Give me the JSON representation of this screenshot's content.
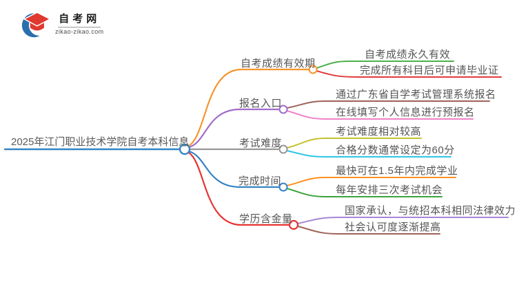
{
  "logo": {
    "title": "自考网",
    "domain": "zikao-zikao.com"
  },
  "mindmap": {
    "center": {
      "label": "2025年江门职业技术学院自考本科信息",
      "color": "#3383c4"
    },
    "branches": [
      {
        "label": "自考成绩有效期",
        "color": "#f5952d",
        "children": [
          {
            "label": "自考成绩永久有效",
            "color": "#4cb04c"
          },
          {
            "label": "完成所有科目后可申请毕业证",
            "color": "#e23a3a"
          }
        ]
      },
      {
        "label": "报名入口",
        "color": "#a06cc9",
        "children": [
          {
            "label": "通过广东省自学考试管理系统报名",
            "color": "#9c6258"
          },
          {
            "label": "在线填写个人信息进行预报名",
            "color": "#f080c8"
          }
        ]
      },
      {
        "label": "考试难度",
        "color": "#979797",
        "children": [
          {
            "label": "考试难度相对较高",
            "color": "#c3c22f"
          },
          {
            "label": "合格分数通常设定为60分",
            "color": "#2fc6e6"
          }
        ]
      },
      {
        "label": "完成时间",
        "color": "#3383c4",
        "children": [
          {
            "label": "最快可在1.5年内完成学业",
            "color": "#ff9020"
          },
          {
            "label": "每年安排三次考试机会",
            "color": "#3da23d"
          }
        ]
      },
      {
        "label": "学历含金量",
        "color": "#e63232",
        "children": [
          {
            "label": "国家承认，与统招本科相同法律效力",
            "color": "#a685d6"
          },
          {
            "label": "社会认可度逐渐提高",
            "color": "#9c6258"
          }
        ]
      }
    ]
  }
}
